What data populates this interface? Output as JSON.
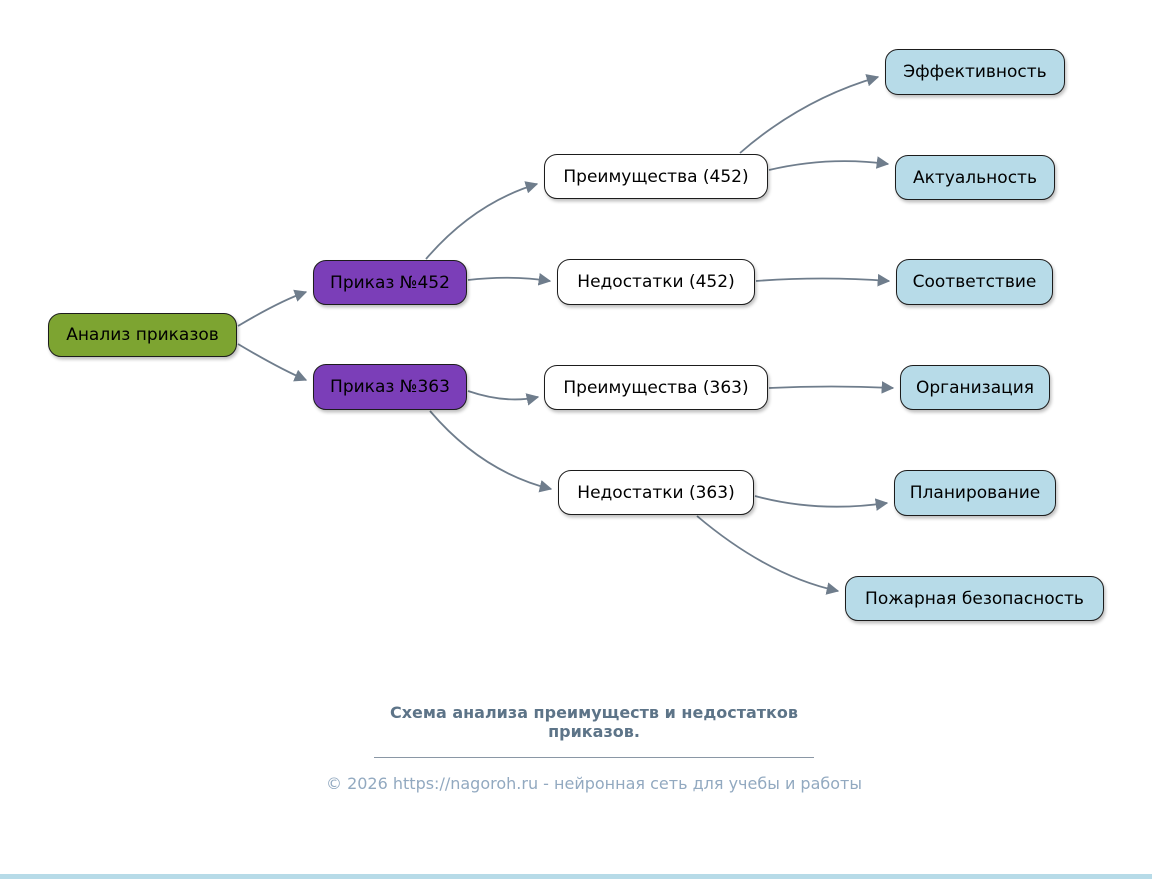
{
  "diagram": {
    "colors": {
      "root_fill": "#7DA431",
      "order_fill": "#7B3EB8",
      "leaf_fill": "#B7DBE8",
      "node_border": "#1C1C1C",
      "arrow": "#6F7D8C",
      "caption_text": "#5D7488",
      "footer_text": "#92A9C0"
    },
    "nodes": {
      "root": {
        "label": "Анализ приказов"
      },
      "order_452": {
        "label": "Приказ №452"
      },
      "order_363": {
        "label": "Приказ №363"
      },
      "pros_452": {
        "label": "Преимущества (452)"
      },
      "cons_452": {
        "label": "Недостатки (452)"
      },
      "pros_363": {
        "label": "Преимущества (363)"
      },
      "cons_363": {
        "label": "Недостатки (363)"
      },
      "effectiveness": {
        "label": "Эффективность"
      },
      "relevance": {
        "label": "Актуальность"
      },
      "compliance": {
        "label": "Соответствие"
      },
      "organization": {
        "label": "Организация"
      },
      "planning": {
        "label": "Планирование"
      },
      "fire_safety": {
        "label": "Пожарная безопасность"
      }
    },
    "edges": [
      {
        "from": "root",
        "to": "order_452"
      },
      {
        "from": "root",
        "to": "order_363"
      },
      {
        "from": "order_452",
        "to": "pros_452"
      },
      {
        "from": "order_452",
        "to": "cons_452"
      },
      {
        "from": "order_363",
        "to": "pros_363"
      },
      {
        "from": "order_363",
        "to": "cons_363"
      },
      {
        "from": "pros_452",
        "to": "effectiveness"
      },
      {
        "from": "pros_452",
        "to": "relevance"
      },
      {
        "from": "cons_452",
        "to": "compliance"
      },
      {
        "from": "pros_363",
        "to": "organization"
      },
      {
        "from": "cons_363",
        "to": "planning"
      },
      {
        "from": "cons_363",
        "to": "fire_safety"
      }
    ]
  },
  "footer": {
    "caption_lines": [
      "Схема анализа преимуществ и недостатков",
      "приказов."
    ],
    "copyright": "© 2026 https://nagoroh.ru - нейронная сеть для учебы и работы"
  }
}
